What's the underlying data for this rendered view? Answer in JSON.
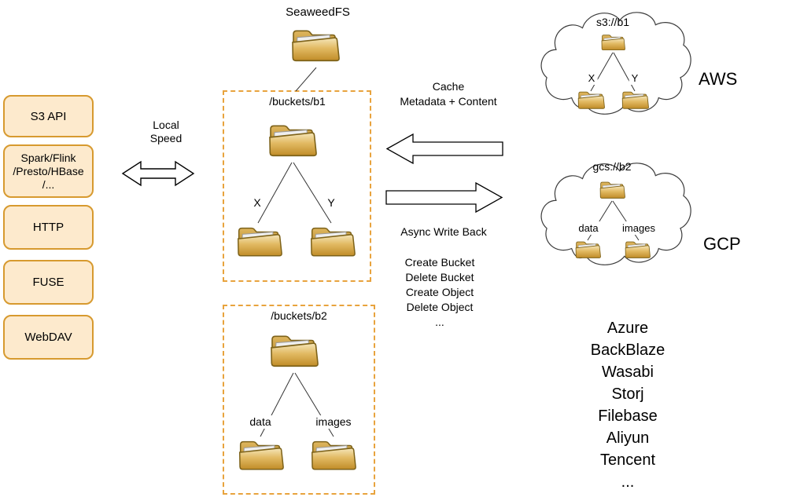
{
  "title": "SeaweedFS",
  "left_panel": {
    "items": [
      {
        "lines": [
          "S3 API"
        ]
      },
      {
        "lines": [
          "Spark/Flink",
          "/Presto/HBase",
          "/..."
        ]
      },
      {
        "lines": [
          "HTTP"
        ]
      },
      {
        "lines": [
          "FUSE"
        ]
      },
      {
        "lines": [
          "WebDAV"
        ]
      }
    ]
  },
  "local_speed": {
    "lines": [
      "Local",
      "Speed"
    ]
  },
  "buckets": {
    "b1": {
      "label": "/buckets/b1",
      "children": [
        "X",
        "Y"
      ]
    },
    "b2": {
      "label": "/buckets/b2",
      "children": [
        "data",
        "images"
      ]
    }
  },
  "sync": {
    "cache_lines": [
      "Cache",
      "Metadata + Content"
    ],
    "async_label": "Async Write Back",
    "operations": [
      "Create Bucket",
      "Delete Bucket",
      "Create Object",
      "Delete Object",
      "..."
    ]
  },
  "clouds": {
    "aws": {
      "bucket": "s3://b1",
      "children": [
        "X",
        "Y"
      ],
      "provider": "AWS"
    },
    "gcp": {
      "bucket": "gcs://b2",
      "children": [
        "data",
        "images"
      ],
      "provider": "GCP"
    }
  },
  "other_providers": [
    "Azure",
    "BackBlaze",
    "Wasabi",
    "Storj",
    "Filebase",
    "Aliyun",
    "Tencent",
    "..."
  ],
  "colors": {
    "box_fill": "#fdeacd",
    "box_border": "#d79a2f",
    "dashed_border": "#e8a33d",
    "folder_gold": "#c8973a"
  }
}
